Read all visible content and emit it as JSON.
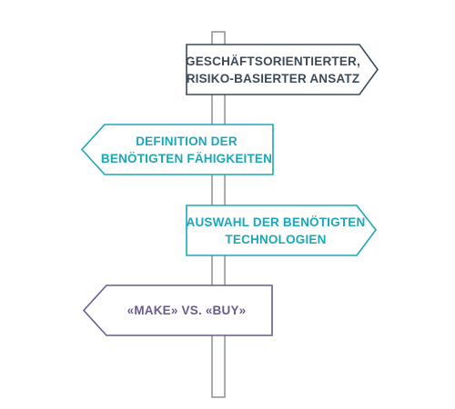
{
  "signs": [
    {
      "id": "sign-business-risk-approach",
      "direction": "right",
      "lines": [
        "GESCHÄFTSORIENTIERTER,",
        "RISIKO-BASIERTER ANSATZ"
      ],
      "color": "#3d4a57"
    },
    {
      "id": "sign-required-capabilities",
      "direction": "left",
      "lines": [
        "DEFINITION DER",
        "BENÖTIGTEN FÄHIGKEITEN"
      ],
      "color": "#1aa7b8"
    },
    {
      "id": "sign-technology-selection",
      "direction": "right",
      "lines": [
        "AUSWAHL DER BENÖTIGTEN",
        "TECHNOLOGIEN"
      ],
      "color": "#1aa7b8"
    },
    {
      "id": "sign-make-vs-buy",
      "direction": "left",
      "lines": [
        "«MAKE» VS. «BUY»"
      ],
      "color": "#6b5a8c"
    }
  ],
  "colors": {
    "post_fill": "#ffffff",
    "post_stroke": "#8a8f96",
    "sign_fill": "#ffffff"
  }
}
